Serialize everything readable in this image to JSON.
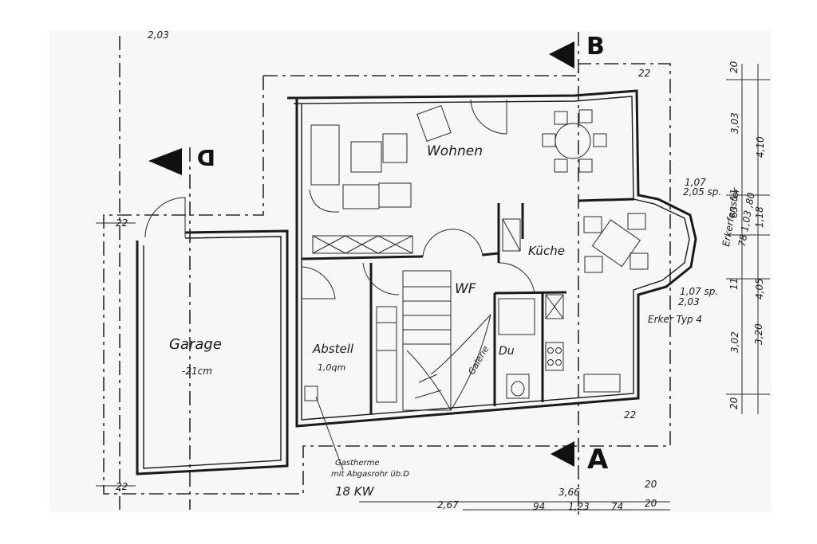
{
  "rooms": {
    "wohnen": "Wohnen",
    "kueche": "Küche",
    "wf": "WF",
    "abstell": "Abstell",
    "abstell_area": "1,0qm",
    "garage": "Garage",
    "garage_level": "-21cm",
    "du": "Du",
    "galerie": "Galerie"
  },
  "annotations": {
    "erker": "Erker Typ 4",
    "therme_line1": "Gastherme",
    "therme_line2": "mit Abgasrohr üb.D",
    "therme_power": "18 KW",
    "window_top_1": "1,07",
    "window_top_2": "2,05 sp.",
    "window_bottom_1": "1,07 sp.",
    "window_bottom_2": "2,03",
    "bay_text": "Erkerfenster",
    "bay_dims": "78 1,03 ,80"
  },
  "sections": {
    "a": "A",
    "b": "B",
    "d": "D"
  },
  "dimensions": {
    "top_left": "2,03",
    "right_col": [
      "20",
      "3,03",
      "4,10",
      "11",
      "63",
      "1,18",
      "11",
      "4,05",
      "3,02",
      "3,20",
      "20"
    ],
    "bottom_row_1": [
      "3,66",
      "20"
    ],
    "bottom_row_2": [
      "2,67",
      "94",
      "1,23",
      "74",
      "20"
    ],
    "corner_22": "22"
  }
}
